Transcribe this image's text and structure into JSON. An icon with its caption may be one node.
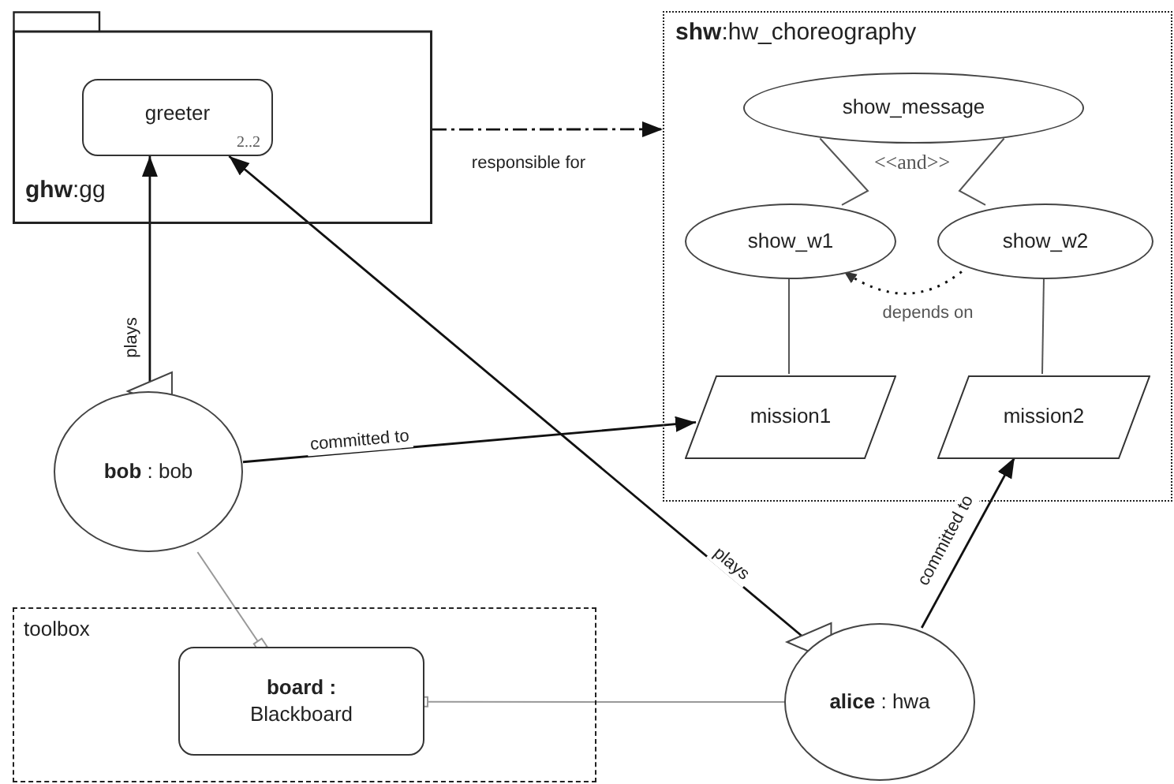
{
  "diagram": {
    "nodes": [
      {
        "text": [
          "**ghw**:gg"
        ]
      },
      {
        "text": [
          "greeter",
          "2..2"
        ],
        "in": 0
      },
      {
        "text": [
          "**shw**:hw_choreography"
        ]
      },
      {
        "text": [
          "show_message"
        ],
        "in": 2
      },
      {
        "text": [
          "show_w1"
        ],
        "in": 2
      },
      {
        "text": [
          "show_w2"
        ],
        "in": 2
      },
      {
        "text": [
          "mission1"
        ],
        "in": 2
      },
      {
        "text": [
          "mission2"
        ],
        "in": 2
      },
      {
        "text": [
          "**bob** : bob"
        ]
      },
      {
        "text": [
          "toolbox"
        ]
      },
      {
        "text": [
          "board :",
          "Blackboard"
        ],
        "in": 9
      },
      {
        "text": [
          "**alice** : hwa"
        ]
      }
    ],
    "edges": [
      {
        "from": 0,
        "to": 2,
        "arrow": "to",
        "label": "responsible for",
        "style": "dashed"
      },
      {
        "from": 8,
        "to": 1,
        "arrow": "both",
        "label": "plays"
      },
      {
        "from": 11,
        "to": 1,
        "arrow": "both",
        "label": "plays"
      },
      {
        "from": 8,
        "to": 6,
        "arrow": "to",
        "label": "committed to"
      },
      {
        "from": 11,
        "to": 7,
        "arrow": "to",
        "label": "committed to"
      },
      {
        "from": 5,
        "to": 4,
        "arrow": "to",
        "label": "depends on",
        "style": "dashed"
      },
      {
        "from": 4,
        "to": 6,
        "arrow": "none"
      },
      {
        "from": 5,
        "to": 7,
        "arrow": "none"
      },
      {
        "from": 3,
        "to": 4,
        "arrow": "none"
      },
      {
        "from": 3,
        "to": 5,
        "arrow": "none"
      },
      {
        "from": 8,
        "to": 10,
        "arrow": "other",
        "color": "#999999"
      },
      {
        "from": 11,
        "to": 10,
        "arrow": "other",
        "color": "#999999"
      }
    ],
    "labels": [
      "<<and>>"
    ]
  }
}
